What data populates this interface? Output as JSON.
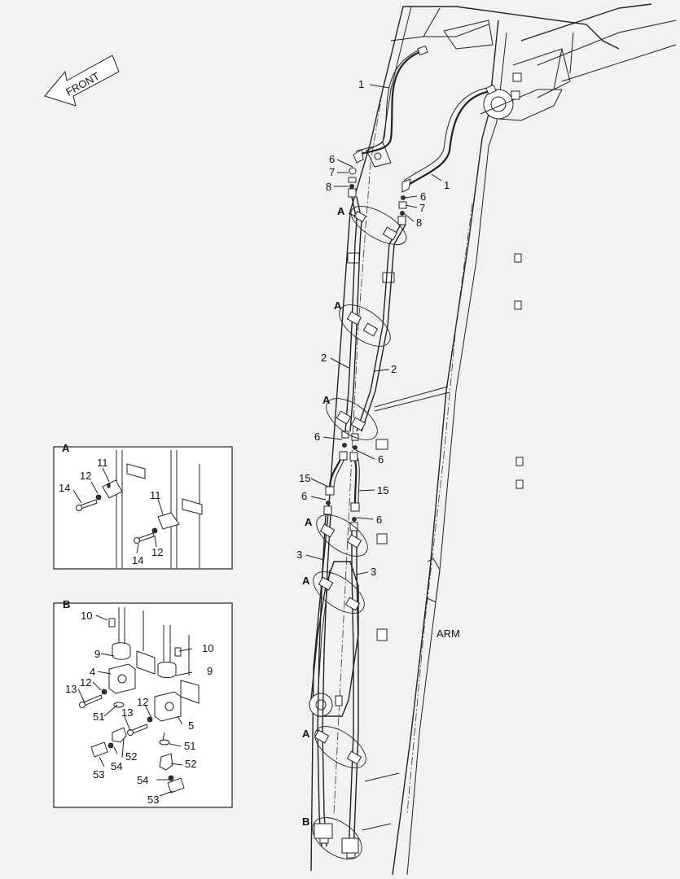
{
  "direction_arrow": "FRONT",
  "component_label": "ARM",
  "callout_A": "A",
  "callout_B": "B",
  "parts": {
    "p1": "1",
    "p2": "2",
    "p3": "3",
    "p4": "4",
    "p5": "5",
    "p6": "6",
    "p7": "7",
    "p8": "8",
    "p9": "9",
    "p10": "10",
    "p11": "11",
    "p12": "12",
    "p13": "13",
    "p14": "14",
    "p15": "15",
    "p51": "51",
    "p52": "52",
    "p53": "53",
    "p54": "54"
  },
  "colors": {
    "background": "#f2f2f2",
    "line": "#222222",
    "inset_fill": "#ffffff"
  }
}
